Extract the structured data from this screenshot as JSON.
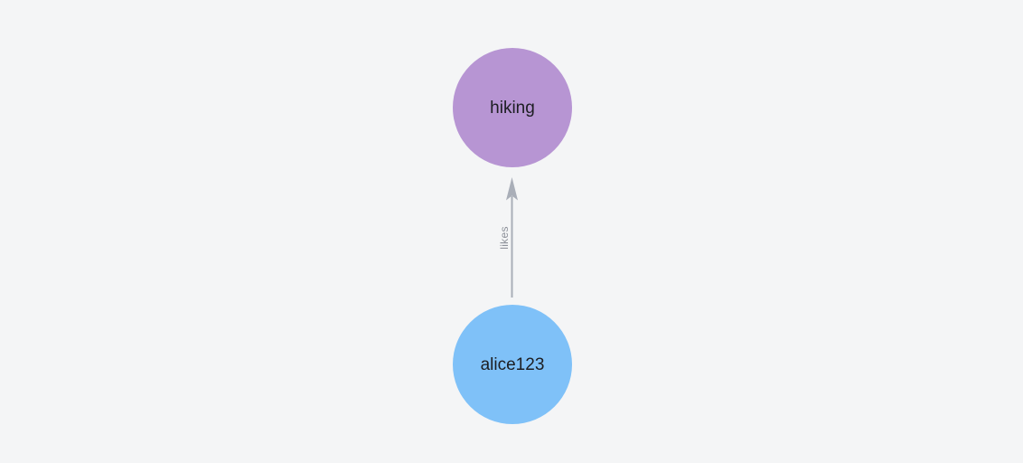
{
  "canvas": {
    "background": "#f4f5f6"
  },
  "graph": {
    "nodes": [
      {
        "id": "hiking",
        "label": "hiking",
        "color": "#b795d3",
        "text_color": "#1d1e22"
      },
      {
        "id": "alice123",
        "label": "alice123",
        "color": "#7fc1f8",
        "text_color": "#1d1e22"
      }
    ],
    "edges": [
      {
        "from": "alice123",
        "to": "hiking",
        "label": "likes",
        "color": "#a9aeb8",
        "label_color": "#8d919a"
      }
    ]
  }
}
